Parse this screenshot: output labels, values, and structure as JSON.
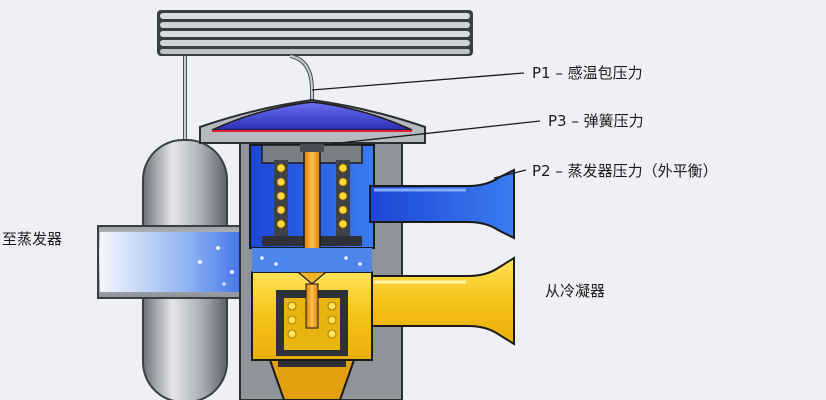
{
  "labels": {
    "p1": "P1 – 感温包压力",
    "p3": "P3 – 弹簧压力",
    "p2": "P2 – 蒸发器压力（外平衡）",
    "to_evaporator": "至蒸发器",
    "from_condenser": "从冷凝器"
  },
  "colors": {
    "background": "#eef0f3",
    "metal": "#9ea2a8",
    "metal_dark": "#5b5f66",
    "diaphragm": "#3b3fd6",
    "evaporator_refrigerant": "#1f4fe0",
    "condenser_refrigerant": "#f5c21a",
    "valve_stem": "#f0a020",
    "outline": "#1a1a1a"
  }
}
